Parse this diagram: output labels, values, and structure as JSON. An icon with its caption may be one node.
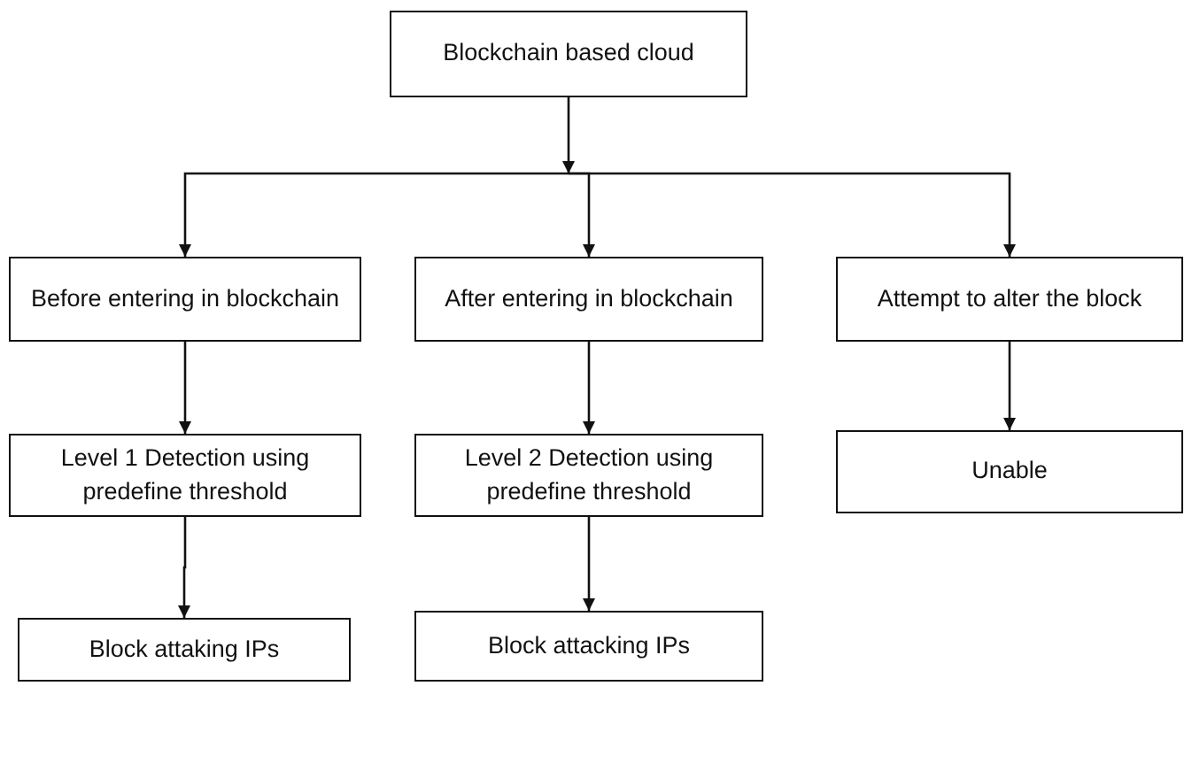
{
  "diagram": {
    "nodes": [
      {
        "text": [
          "Blockchain based cloud"
        ]
      },
      {
        "text": [
          "Before entering in blockchain"
        ]
      },
      {
        "text": [
          "After entering in blockchain"
        ]
      },
      {
        "text": [
          "Attempt to alter the block"
        ]
      },
      {
        "text": [
          "Level 1 Detection using predefine threshold"
        ]
      },
      {
        "text": [
          "Level 2 Detection using predefine threshold"
        ]
      },
      {
        "text": [
          "Unable"
        ]
      },
      {
        "text": [
          "Block attaking IPs"
        ]
      },
      {
        "text": [
          "Block attacking IPs"
        ]
      }
    ],
    "edges": [
      {
        "from": 0,
        "to": 1,
        "arrow": "to"
      },
      {
        "from": 0,
        "to": 2,
        "arrow": "to"
      },
      {
        "from": 0,
        "to": 3,
        "arrow": "to"
      },
      {
        "from": 1,
        "to": 4,
        "arrow": "to"
      },
      {
        "from": 2,
        "to": 5,
        "arrow": "to"
      },
      {
        "from": 3,
        "to": 6,
        "arrow": "to"
      },
      {
        "from": 4,
        "to": 7,
        "arrow": "to"
      },
      {
        "from": 5,
        "to": 8,
        "arrow": "to"
      }
    ]
  }
}
